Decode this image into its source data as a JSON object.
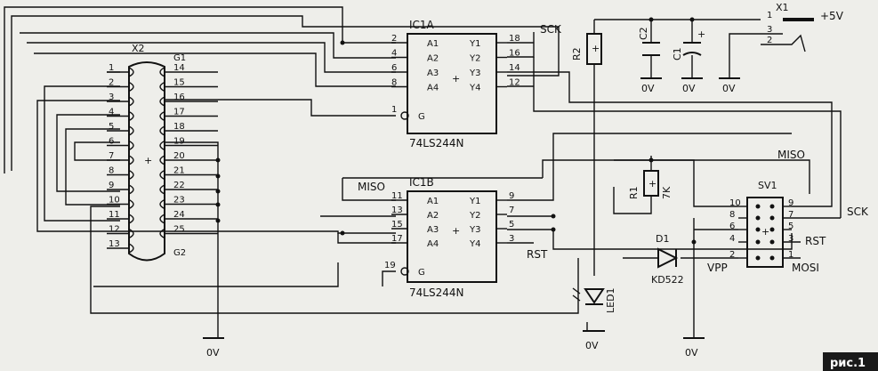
{
  "figure_label": "рис.1",
  "connector": {
    "name": "X2",
    "top_tab": "G1",
    "bottom_tab": "G2",
    "left_pins": [
      "1",
      "2",
      "3",
      "4",
      "5",
      "6",
      "7",
      "8",
      "9",
      "10",
      "11",
      "12",
      "13"
    ],
    "right_pins": [
      "14",
      "15",
      "16",
      "17",
      "18",
      "19",
      "20",
      "21",
      "22",
      "23",
      "24",
      "25"
    ]
  },
  "ic1a": {
    "name": "IC1A",
    "part": "74LS244N",
    "in_labels": [
      "A1",
      "A2",
      "A3",
      "A4"
    ],
    "out_labels": [
      "Y1",
      "Y2",
      "Y3",
      "Y4"
    ],
    "in_pins": [
      "2",
      "4",
      "6",
      "8"
    ],
    "out_pins": [
      "18",
      "16",
      "14",
      "12"
    ],
    "enable_pin": "1",
    "enable_label": "G"
  },
  "ic1b": {
    "name": "IC1B",
    "part": "74LS244N",
    "in_labels": [
      "A1",
      "A2",
      "A3",
      "A4"
    ],
    "out_labels": [
      "Y1",
      "Y2",
      "Y3",
      "Y4"
    ],
    "in_pins": [
      "11",
      "13",
      "15",
      "17"
    ],
    "out_pins": [
      "9",
      "7",
      "5",
      "3"
    ],
    "enable_pin": "19",
    "enable_label": "G"
  },
  "signals": {
    "sck": "SCK",
    "miso": "MISO",
    "rst": "RST",
    "mosi": "MOSI",
    "vpp": "VPP",
    "plus5v": "+5V"
  },
  "components": {
    "r1": "R1",
    "r1_value": "7K",
    "r2": "R2",
    "c1": "C1",
    "c2": "C2",
    "d1": "D1",
    "d1_part": "KD522",
    "led": "LED1",
    "x1": "X1",
    "x1_pins": [
      "1",
      "2",
      "3"
    ],
    "sv1": "SV1",
    "sv1_left_pins": [
      "10",
      "8",
      "6",
      "4",
      "2"
    ],
    "sv1_right_pins": [
      "9",
      "7",
      "5",
      "3",
      "1"
    ]
  },
  "grounds": [
    "0V",
    "0V",
    "0V",
    "0V",
    "0V",
    "0V"
  ],
  "center_plus": "+"
}
